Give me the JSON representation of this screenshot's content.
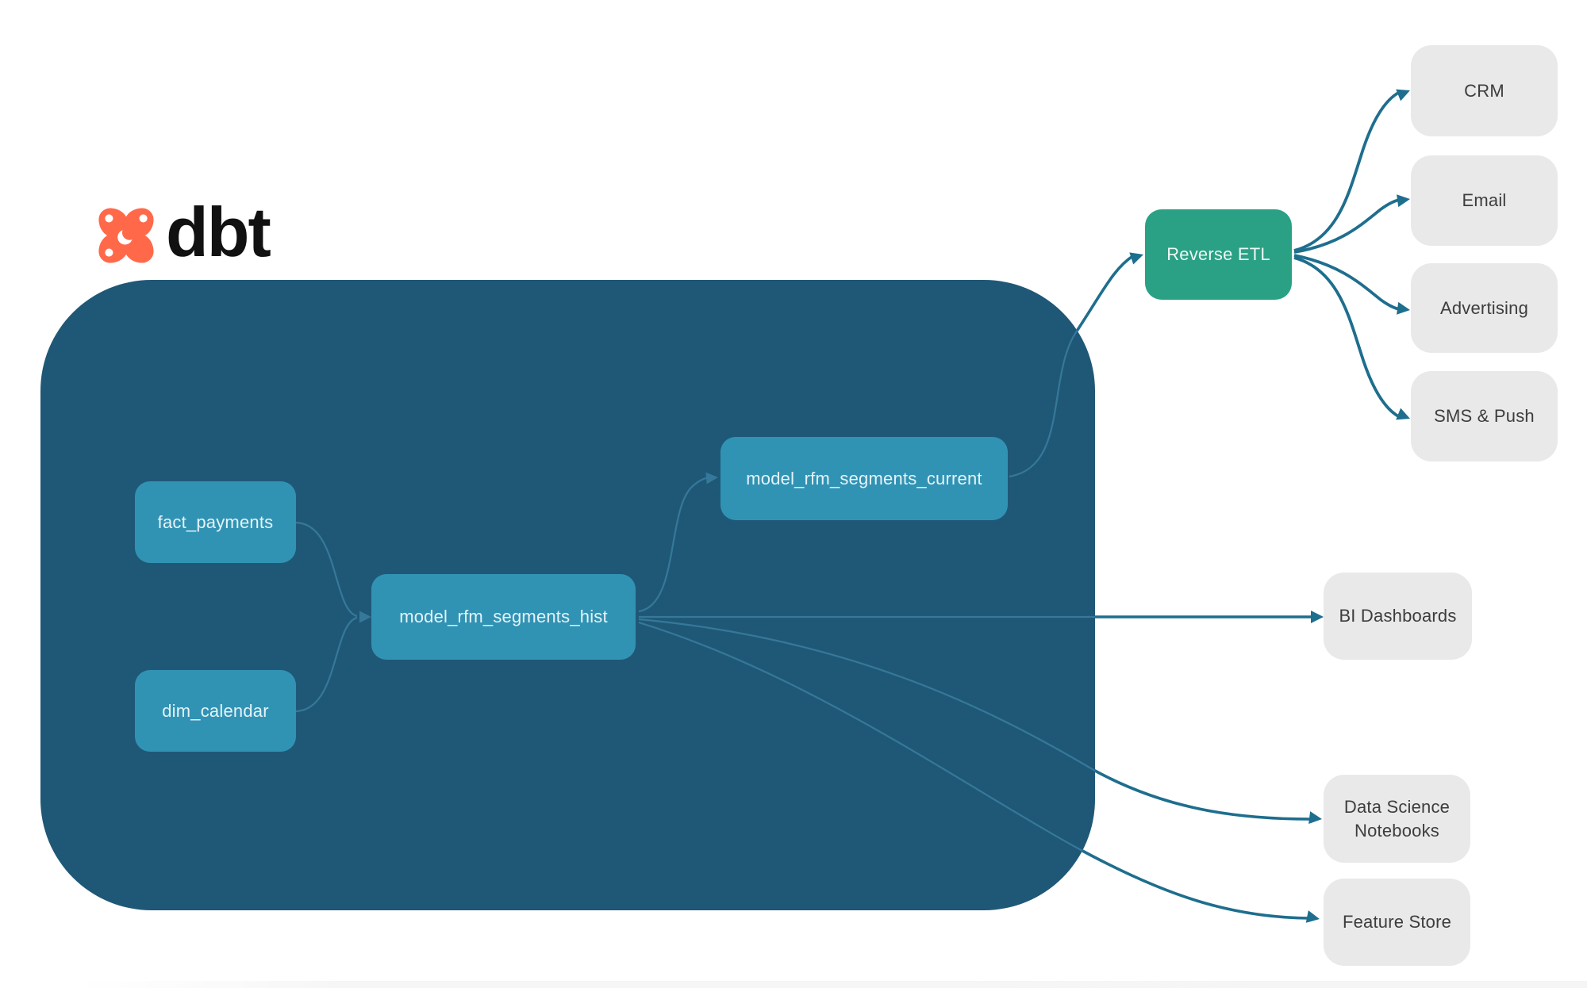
{
  "logo": {
    "brand": "dbt"
  },
  "nodes": {
    "fact_payments": {
      "label": "fact_payments",
      "type": "source-table"
    },
    "dim_calendar": {
      "label": "dim_calendar",
      "type": "source-table"
    },
    "hist": {
      "label": "model_rfm_segments_hist",
      "type": "dbt-model"
    },
    "current": {
      "label": "model_rfm_segments_current",
      "type": "dbt-model"
    },
    "reverse_etl": {
      "label": "Reverse ETL",
      "type": "process"
    },
    "crm": {
      "label": "CRM",
      "type": "destination"
    },
    "email": {
      "label": "Email",
      "type": "destination"
    },
    "advertising": {
      "label": "Advertising",
      "type": "destination"
    },
    "sms_push": {
      "label": "SMS & Push",
      "type": "destination"
    },
    "bi_dashboards": {
      "label": "BI Dashboards",
      "type": "destination"
    },
    "data_science": {
      "label": "Data Science Notebooks",
      "type": "destination"
    },
    "feature_store": {
      "label": "Feature Store",
      "type": "destination"
    }
  },
  "edges": [
    {
      "from": "fact_payments",
      "to": "hist"
    },
    {
      "from": "dim_calendar",
      "to": "hist"
    },
    {
      "from": "hist",
      "to": "current"
    },
    {
      "from": "current",
      "to": "reverse_etl"
    },
    {
      "from": "reverse_etl",
      "to": "crm"
    },
    {
      "from": "reverse_etl",
      "to": "email"
    },
    {
      "from": "reverse_etl",
      "to": "advertising"
    },
    {
      "from": "reverse_etl",
      "to": "sms_push"
    },
    {
      "from": "hist",
      "to": "bi_dashboards"
    },
    {
      "from": "hist",
      "to": "data_science"
    },
    {
      "from": "hist",
      "to": "feature_store"
    }
  ],
  "colors": {
    "container_bg": "#1F5876",
    "model_node": "#3193B4",
    "process_node": "#2AA185",
    "destination_node": "#E9E9E9",
    "edge_outside": "#1E6E8E",
    "edge_inside": "#36789A",
    "node_text_light": "#E5F3F8",
    "node_text_dark": "#3D3D3D",
    "logo_orange": "#FF694A"
  }
}
